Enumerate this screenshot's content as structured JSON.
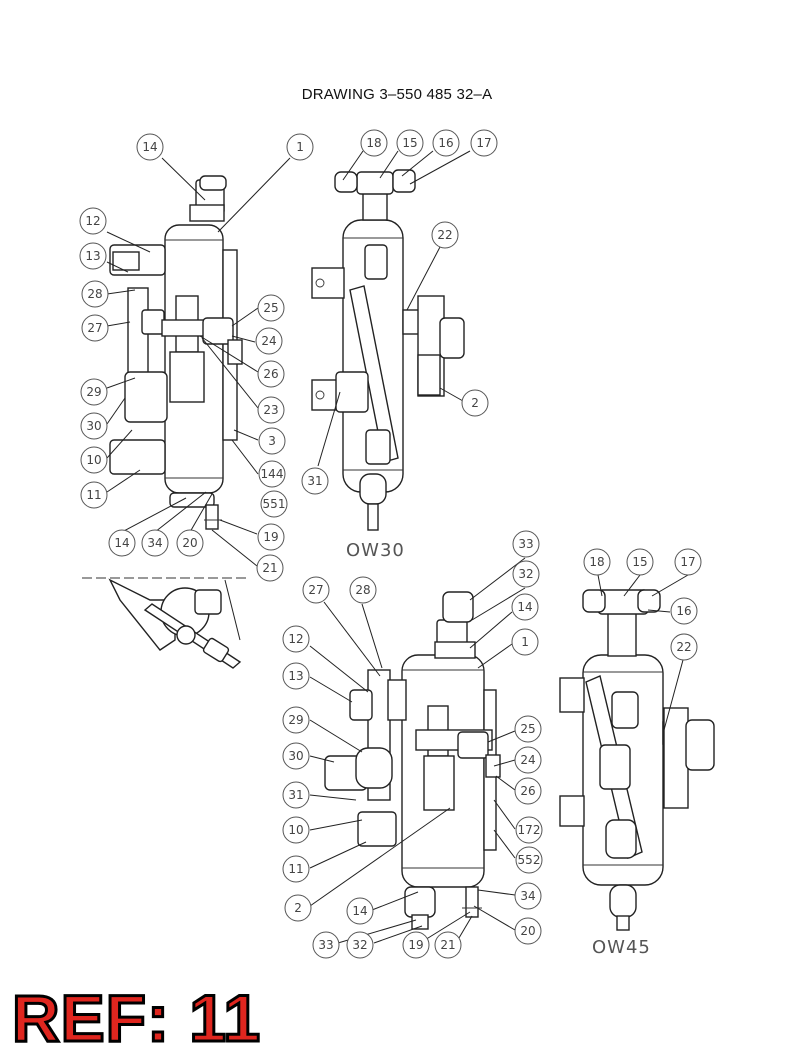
{
  "title": "DRAWING  3–550 485 32–A",
  "ref_label": "REF: 11",
  "models": {
    "left": "OW30",
    "right": "OW45"
  },
  "callouts": [
    {
      "id": "b14a",
      "label": "14"
    },
    {
      "id": "b1a",
      "label": "1"
    },
    {
      "id": "b12a",
      "label": "12"
    },
    {
      "id": "b13a",
      "label": "13"
    },
    {
      "id": "b28a",
      "label": "28"
    },
    {
      "id": "b27a",
      "label": "27"
    },
    {
      "id": "b25a",
      "label": "25"
    },
    {
      "id": "b24a",
      "label": "24"
    },
    {
      "id": "b26a",
      "label": "26"
    },
    {
      "id": "b29a",
      "label": "29"
    },
    {
      "id": "b23a",
      "label": "23"
    },
    {
      "id": "b30a",
      "label": "30"
    },
    {
      "id": "b3a",
      "label": "3"
    },
    {
      "id": "b10a",
      "label": "10"
    },
    {
      "id": "b144",
      "label": "144"
    },
    {
      "id": "b11a",
      "label": "11"
    },
    {
      "id": "b551",
      "label": "551"
    },
    {
      "id": "b14b",
      "label": "14"
    },
    {
      "id": "b34a",
      "label": "34"
    },
    {
      "id": "b20a",
      "label": "20"
    },
    {
      "id": "b19a",
      "label": "19"
    },
    {
      "id": "b21a",
      "label": "21"
    },
    {
      "id": "b18a",
      "label": "18"
    },
    {
      "id": "b15a",
      "label": "15"
    },
    {
      "id": "b16a",
      "label": "16"
    },
    {
      "id": "b17a",
      "label": "17"
    },
    {
      "id": "b22a",
      "label": "22"
    },
    {
      "id": "b2a",
      "label": "2"
    },
    {
      "id": "b31a",
      "label": "31"
    },
    {
      "id": "b33a",
      "label": "33"
    },
    {
      "id": "b32a",
      "label": "32"
    },
    {
      "id": "b27b",
      "label": "27"
    },
    {
      "id": "b28b",
      "label": "28"
    },
    {
      "id": "b14c",
      "label": "14"
    },
    {
      "id": "b1b",
      "label": "1"
    },
    {
      "id": "b12b",
      "label": "12"
    },
    {
      "id": "b13b",
      "label": "13"
    },
    {
      "id": "b29b",
      "label": "29"
    },
    {
      "id": "b25b",
      "label": "25"
    },
    {
      "id": "b30b",
      "label": "30"
    },
    {
      "id": "b24b",
      "label": "24"
    },
    {
      "id": "b31b",
      "label": "31"
    },
    {
      "id": "b26b",
      "label": "26"
    },
    {
      "id": "b10b",
      "label": "10"
    },
    {
      "id": "b172",
      "label": "172"
    },
    {
      "id": "b11b",
      "label": "11"
    },
    {
      "id": "b552",
      "label": "552"
    },
    {
      "id": "b2b",
      "label": "2"
    },
    {
      "id": "b34b",
      "label": "34"
    },
    {
      "id": "b14d",
      "label": "14"
    },
    {
      "id": "b20b",
      "label": "20"
    },
    {
      "id": "b33b",
      "label": "33"
    },
    {
      "id": "b32b",
      "label": "32"
    },
    {
      "id": "b19b",
      "label": "19"
    },
    {
      "id": "b21b",
      "label": "21"
    },
    {
      "id": "b18b",
      "label": "18"
    },
    {
      "id": "b15b",
      "label": "15"
    },
    {
      "id": "b17b",
      "label": "17"
    },
    {
      "id": "b16b",
      "label": "16"
    },
    {
      "id": "b22b",
      "label": "22"
    }
  ]
}
